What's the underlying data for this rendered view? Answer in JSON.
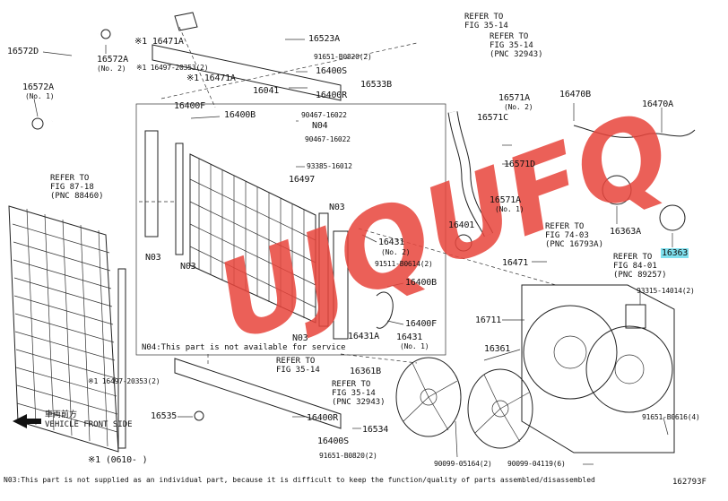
{
  "diagram_id": "162793F",
  "watermark_text": "UJQUFQ",
  "colors": {
    "watermark": "#e8453c",
    "highlight": "#7fe0ee"
  },
  "parts": {
    "p16572D": "16572D",
    "p16572A_2": "16572A",
    "p16572A_2_note": "(No. 2)",
    "p16572A_1": "16572A",
    "p16572A_1_note": "(No. 1)",
    "p16471A_a": "※1 16471A",
    "p16497_a": "※1 16497-20353(2)",
    "p16471A_b": "※1 16471A",
    "p16041": "16041",
    "p16523A": "16523A",
    "p91651_a": "91651-B0820(2)",
    "p16400S_a": "16400S",
    "p16533B": "16533B",
    "p16400R_a": "16400R",
    "p16400F_a": "16400F",
    "p16400B_a": "16400B",
    "p90467_a": "90467-16022",
    "pN04": "N04",
    "p90467_b": "90467-16022",
    "p93385": "93385-16012",
    "p16497_b": "16497",
    "pN03_a": "N03",
    "pN03_b": "N03",
    "pN03_c": "N03",
    "pN03_d": "N03",
    "p16571A_2": "16571A",
    "p16571A_2_note": "(No. 2)",
    "p16571C": "16571C",
    "p16571D": "16571D",
    "p16571A_1": "16571A",
    "p16571A_1_note": "(No. 1)",
    "p16401": "16401",
    "p16431_2": "16431",
    "p16431_2_note": "(No. 2)",
    "p91511": "91511-B0614(2)",
    "p16400B_b": "16400B",
    "p16400F_b": "16400F",
    "p16431A": "16431A",
    "p16431_1": "16431",
    "p16431_1_note": "(No. 1)",
    "p16470B": "16470B",
    "p16470A": "16470A",
    "p16363A": "16363A",
    "p16363": "16363",
    "p16471": "16471",
    "p93315": "93315-14014(2)",
    "p16711": "16711",
    "p16361": "16361",
    "p16361B": "16361B",
    "p91651_b": "91651-B0616(4)",
    "p90099_a": "90099-05164(2)",
    "p90099_b": "90099-04119(6)",
    "p16497_c": "※1 16497-20353(2)",
    "p16535": "16535",
    "p16400R_b": "16400R",
    "p16534": "16534",
    "p16400S_b": "16400S",
    "p91651_c": "91651-B0820(2)",
    "p0610": "※1 (0610-      )"
  },
  "refs": {
    "r1": "REFER TO\nFIG 35-14",
    "r2": "REFER TO\nFIG 35-14\n(PNC 32943)",
    "r3": "REFER TO\nFIG 87-18\n(PNC 88460)",
    "r4": "REFER TO\nFIG 74-03\n(PNC 16793A)",
    "r5": "REFER TO\nFIG 84-01\n(PNC 89257)",
    "r6": "REFER TO\nFIG 35-14",
    "r7": "REFER TO\nFIG 35-14\n(PNC 32943)"
  },
  "notes": {
    "n04": "N04:This part is not available for service",
    "vehicle_front_jp": "車両前方",
    "vehicle_front": "VEHICLE FRONT SIDE",
    "n03": "N03:This part is not supplied as an individual part, because it is difficult to keep the function/quality of parts assembled/disassembled"
  }
}
